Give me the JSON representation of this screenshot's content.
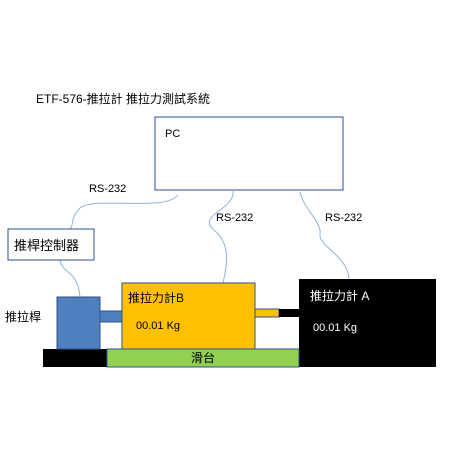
{
  "title": "ETF-576-推拉計 推拉力測試系統",
  "pc": {
    "label": "PC"
  },
  "cables": {
    "controller": "RS-232",
    "gauge_b": "RS-232",
    "gauge_a": "RS-232"
  },
  "controller": {
    "label": "推桿控制器"
  },
  "push_rod": {
    "label": "推拉桿"
  },
  "gauge_b": {
    "label": "推拉力計B",
    "reading": "00.01 Kg"
  },
  "gauge_a": {
    "label": "推拉力計 A",
    "reading": "00.01 Kg"
  },
  "slide_table": {
    "label": "滑台"
  },
  "colors": {
    "rod_blue": "#4f7fbf",
    "gauge_b_fill": "#ffc000",
    "gauge_a_fill": "#000000",
    "table_green": "#92d050",
    "cable_blue": "#8fb4dc",
    "outline": "#2f528f"
  }
}
